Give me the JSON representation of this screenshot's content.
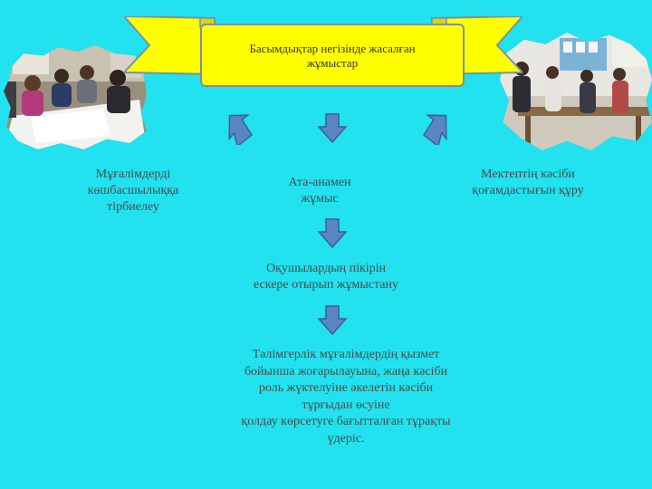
{
  "banner": {
    "line1": "Басымдықтар негізінде жасалған",
    "line2": "жұмыстар"
  },
  "blocks": {
    "left": {
      "line1": "Мұғалімдерді",
      "line2": "көшбасшылыққа",
      "line3": "тірбиелеу"
    },
    "center": {
      "line1": "Ата-анамен",
      "line2": "жұмыс"
    },
    "right": {
      "line1": "Мектептің кәсіби",
      "line2": "қоғамдастығын құру"
    },
    "middle": {
      "line1": "Оқушылардың пікірін",
      "line2": "ескере отырып жұмыстану"
    },
    "bottom": {
      "line1": "Тәлімгерлік  мұғалімдердің қызмет",
      "line2": "бойынша жоғарылауына,  жаңа кәсіби",
      "line3": "роль жүктелуіне әкелетін кәсіби",
      "line4": "тұрғыдан өсуіне",
      "line5": "қолдау көрсетуге бағытталған тұрақты",
      "line6": "үдеріс."
    }
  },
  "colors": {
    "background": "#21e2ee",
    "banner": "#ffff00",
    "arrow_fill": "#5b86c5",
    "arrow_stroke": "#3a5f94"
  },
  "icons": {
    "arrows": "down-arrow-icon",
    "photos": "classroom-photo"
  }
}
